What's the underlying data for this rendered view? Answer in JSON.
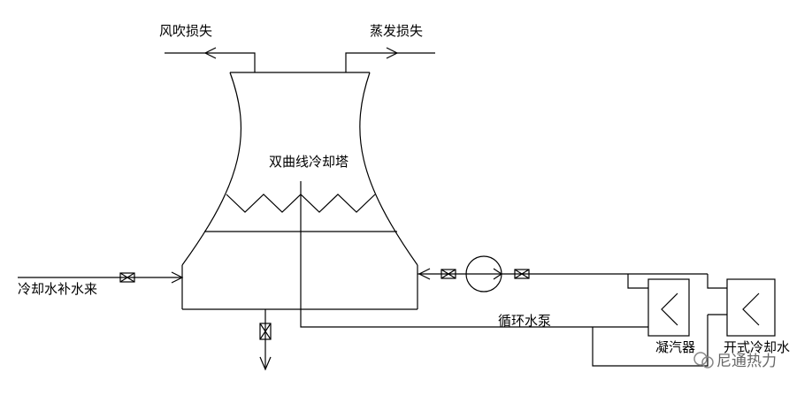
{
  "diagram": {
    "labels": {
      "wind_loss": "风吹损失",
      "evap_loss": "蒸发损失",
      "tower": "双曲线冷却塔",
      "makeup": "冷却水补水来",
      "pump": "循环水泵",
      "condenser": "凝汽器",
      "open_cooling": "开式冷却水"
    },
    "watermark": "尼通热力"
  }
}
